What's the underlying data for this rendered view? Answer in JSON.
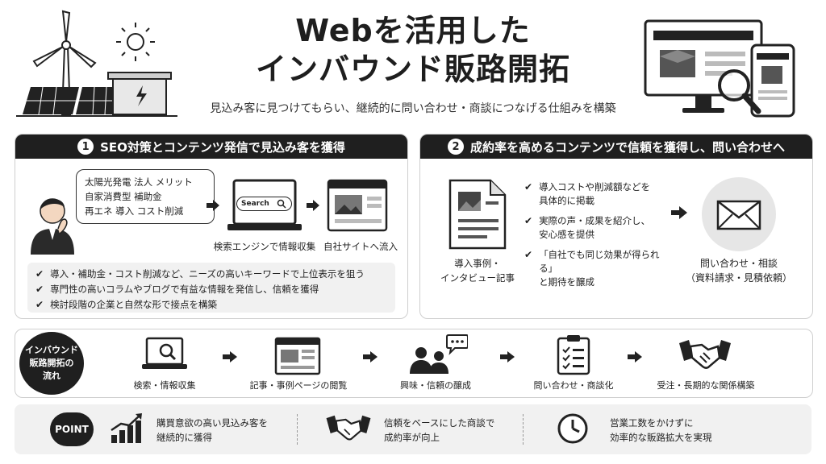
{
  "header": {
    "title_line1": "Webを活用した",
    "title_line2": "インバウンド販路開拓",
    "subtitle": "見込み客に見つけてもらい、継続的に問い合わせ・商談につなげる仕組みを構築"
  },
  "panel1": {
    "number": "1",
    "title": "SEO対策とコンテンツ発信で見込み客を獲得",
    "bubble_lines": [
      "太陽光発電 法人 メリット",
      "自家消費型 補助金",
      "再エネ 導入 コスト削減"
    ],
    "search_box": "Search",
    "step1_caption": "検索エンジンで情報収集",
    "step2_caption": "自社サイトへ流入",
    "checks": [
      "導入・補助金・コスト削減など、ニーズの高いキーワードで上位表示を狙う",
      "専門性の高いコラムやブログで有益な情報を発信し、信頼を獲得",
      "検討段階の企業と自然な形で接点を構築"
    ]
  },
  "panel2": {
    "number": "2",
    "title": "成約率を高めるコンテンツで信頼を獲得し、問い合わせへ",
    "doc_caption_line1": "導入事例・",
    "doc_caption_line2": "インタビュー記事",
    "checks": [
      [
        "導入コストや削減額などを",
        "具体的に掲載"
      ],
      [
        "実際の声・成果を紹介し、",
        "安心感を提供"
      ],
      [
        "「自社でも同じ効果が得られる」",
        "と期待を醸成"
      ]
    ],
    "contact_line1": "問い合わせ・相談",
    "contact_line2": "（資料請求・見積依頼）"
  },
  "flow": {
    "badge_line1": "インバウンド",
    "badge_line2": "販路開拓の",
    "badge_line3": "流れ",
    "steps": [
      "検索・情報収集",
      "記事・事例ページの閲覧",
      "興味・信頼の醸成",
      "問い合わせ・商談化",
      "受注・長期的な関係構築"
    ]
  },
  "point": {
    "badge": "POINT",
    "items": [
      [
        "購買意欲の高い見込み客を",
        "継続的に獲得"
      ],
      [
        "信頼をベースにした商談で",
        "成約率が向上"
      ],
      [
        "営業工数をかけずに",
        "効率的な販路拡大を実現"
      ]
    ]
  },
  "colors": {
    "dark": "#1f1f1f",
    "border": "#cfcfcf",
    "soft": "#f1f1f1"
  },
  "icons": [
    "wind-turbine-icon",
    "sun-icon",
    "solar-panel-icon",
    "battery-icon",
    "monitor-icon",
    "smartphone-icon",
    "magnifier-icon",
    "person-thinking-icon",
    "laptop-search-icon",
    "website-icon",
    "document-icon",
    "envelope-icon",
    "people-chat-icon",
    "checklist-icon",
    "handshake-icon",
    "growth-chart-icon",
    "clock-icon"
  ]
}
